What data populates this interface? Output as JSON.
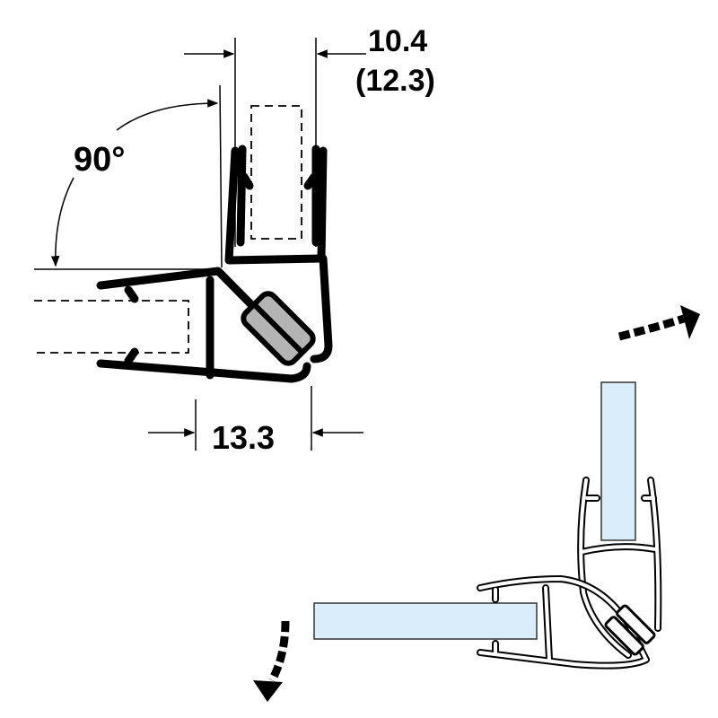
{
  "diagram": {
    "top_profile": {
      "glass_thickness_label": "10.4",
      "glass_thickness_alt_label": "(12.3)",
      "angle_label": "90°",
      "width_label": "13.3"
    },
    "colors": {
      "glass_fill": "#d9eefa",
      "magnet_fill": "#b4b4b4",
      "line": "#000000"
    },
    "icons": [
      "swing-arrow-top-right",
      "swing-arrow-bottom-left"
    ]
  }
}
